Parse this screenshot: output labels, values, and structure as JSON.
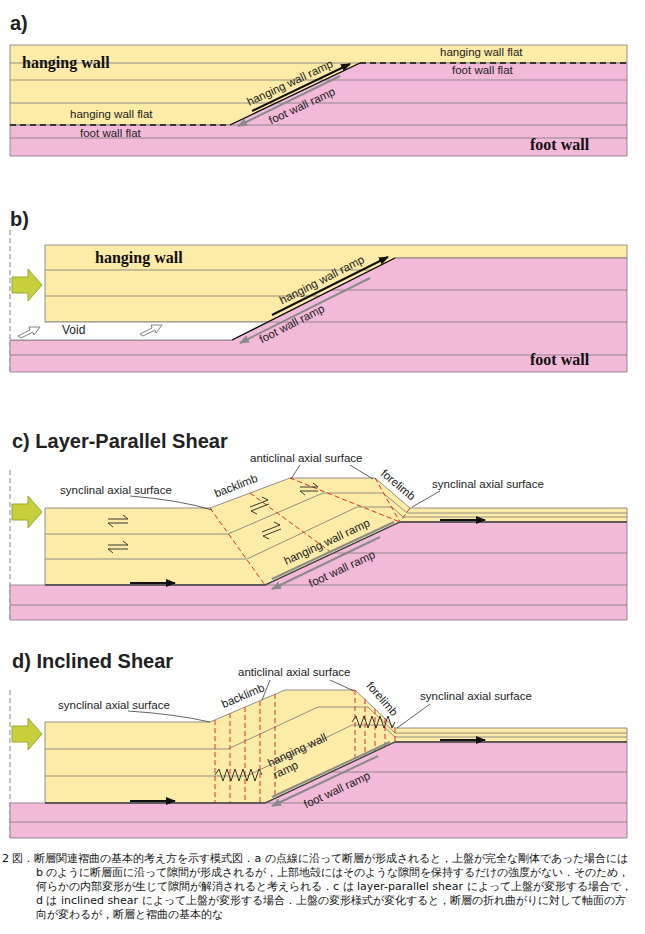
{
  "diagram": {
    "caption": "2 図．断層関連褶曲の基本的考え方を示す模式図．a の点線に沿って断層が形成されると，上盤が完全な剛体であった場合には b のように断層面に沿って隙間が形成されるが，上部地殻にはそのような隙間を保持するだけの強度がない．そのため，何らかの内部変形が生じて隙間が解消されると考えられる．c は layer-parallel shear によって上盤が変形する場合で，d は inclined shear によって上盤が変形する場合．上盤の変形様式が変化すると，断層の折れ曲がりに対して軸面の方向が変わるが，断層と褶曲の基本的な",
    "labels": [
      "a)",
      "hanging wall",
      "hanging wall flat",
      "foot wall flat",
      "hanging wall ramp",
      "foot wall ramp",
      "hanging wall flat",
      "foot wall flat",
      "foot wall",
      "b)",
      "hanging wall",
      "hanging wall ramp",
      "foot wall ramp",
      "Void",
      "foot wall",
      "c) Layer-Parallel Shear",
      "synclinal axial surface",
      "anticlinal axial surface",
      "backlimb",
      "forelimb",
      "synclinal axial surface",
      "hanging wall ramp",
      "foot wall ramp",
      "d) Inclined Shear",
      "anticlinal axial surface",
      "synclinal axial surface",
      "backlimb",
      "forelimb",
      "synclinal axial surface",
      "hanging wall ramp",
      "foot wall ramp"
    ]
  }
}
